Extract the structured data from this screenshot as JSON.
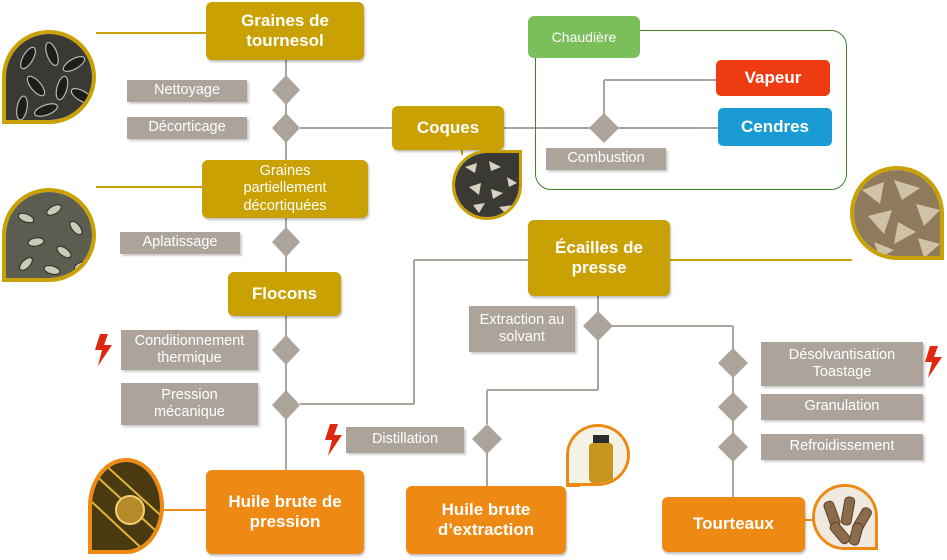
{
  "nodes": {
    "graines_tournesol": "Graines de tournesol",
    "graines_partiellement": "Graines partiellement décortiquées",
    "flocons": "Flocons",
    "coques": "Coques",
    "ecailles": "Écailles de presse",
    "huile_pression": "Huile brute de pression",
    "huile_extraction": "Huile brute d’extraction",
    "tourteaux": "Tourteaux",
    "chaudiere": "Chaudière",
    "vapeur": "Vapeur",
    "cendres": "Cendres"
  },
  "steps": {
    "nettoyage": "Nettoyage",
    "decorticage": "Décorticage",
    "combustion": "Combustion",
    "aplatissage": "Aplatissage",
    "conditionnement": "Conditionnement thermique",
    "pression": "Pression mécanique",
    "extraction_solvant": "Extraction au solvant",
    "distillation": "Distillation",
    "desolvantisation": "Désolvantisation Toastage",
    "granulation": "Granulation",
    "refroidissement": "Refroidissement"
  },
  "colors": {
    "product": "#c9a102",
    "final_product": "#ee8a14",
    "step": "#aca49b",
    "boiler": "#7bbf5a",
    "steam": "#ee3b12",
    "ash": "#1b9bd3",
    "energy_marker": "#e02810"
  },
  "icons": {
    "energy": "lightning-bolt-icon",
    "junction": "diamond-junction-icon"
  }
}
